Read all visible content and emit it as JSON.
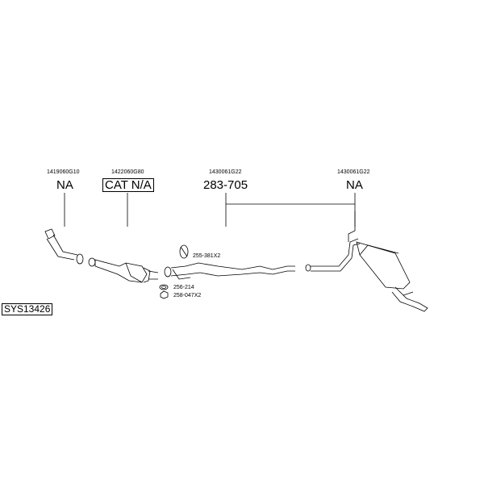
{
  "diagram_id": "SYS13426",
  "parts": [
    {
      "code": "1419060G10",
      "label": "NA"
    },
    {
      "code": "1422060G80",
      "label": "CAT N/A"
    },
    {
      "code": "1430061G22",
      "label": "283-705"
    },
    {
      "code": "1430061G22",
      "label": "NA"
    }
  ],
  "accessories": [
    {
      "label": "255-381X2"
    },
    {
      "label": "256-214"
    },
    {
      "label": "258-047X2"
    }
  ]
}
